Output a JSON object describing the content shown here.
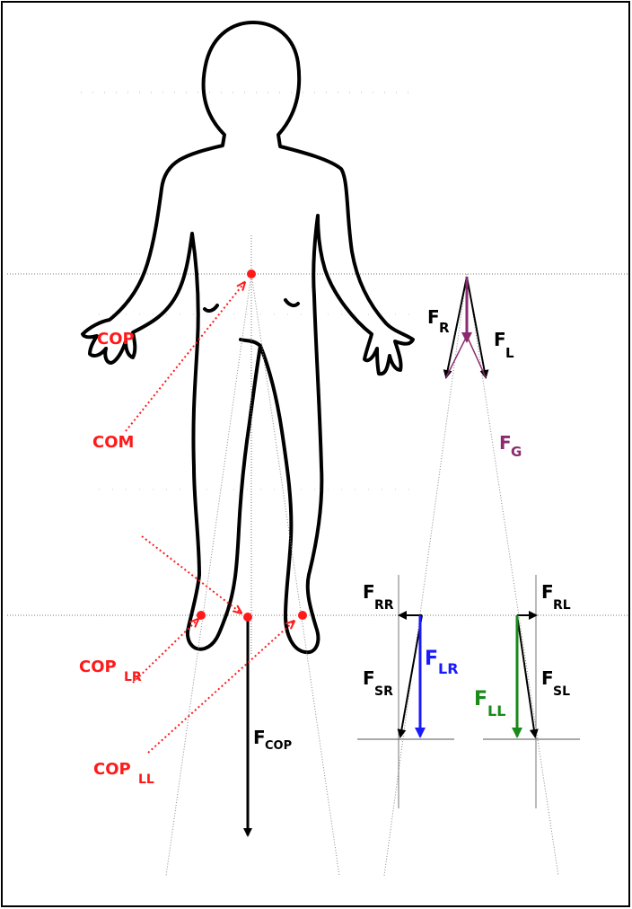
{
  "colors": {
    "red": "#ff1a1a",
    "black": "#000000",
    "purple": "#8b2b6f",
    "blue": "#1a1aff",
    "green": "#1a8a1a",
    "guide": "#888888",
    "dots": "#aaaaaa"
  },
  "points": {
    "com": "COM",
    "cop": "COP",
    "cop_lr_main": "COP",
    "cop_lr_sub": "LR",
    "cop_ll_main": "COP",
    "cop_ll_sub": "LL"
  },
  "forces": {
    "f_r_main": "F",
    "f_r_sub": "R",
    "f_l_main": "F",
    "f_l_sub": "L",
    "f_g_main": "F",
    "f_g_sub": "G",
    "f_rr_main": "F",
    "f_rr_sub": "RR",
    "f_rl_main": "F",
    "f_rl_sub": "RL",
    "f_sr_main": "F",
    "f_sr_sub": "SR",
    "f_sl_main": "F",
    "f_sl_sub": "SL",
    "f_lr_main": "F",
    "f_lr_sub": "LR",
    "f_ll_main": "F",
    "f_ll_sub": "LL",
    "f_cop_main": "F",
    "f_cop_sub": "COP"
  }
}
